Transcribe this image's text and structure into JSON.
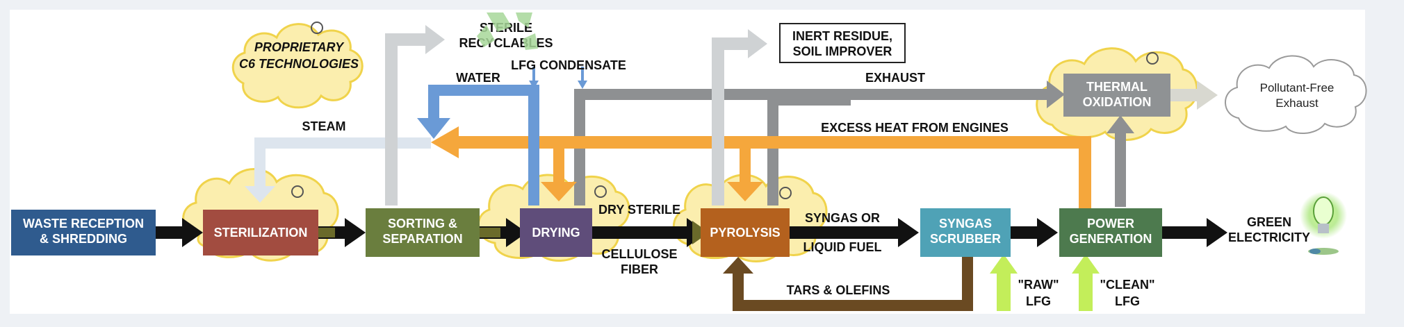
{
  "processes": {
    "waste_reception": [
      "WASTE RECEPTION",
      "& SHREDDING"
    ],
    "sterilization": "STERILIZATION",
    "sorting": [
      "SORTING &",
      "SEPARATION"
    ],
    "drying": "DRYING",
    "pyrolysis": "PYROLYSIS",
    "syngas_scrubber": [
      "SYNGAS",
      "SCRUBBER"
    ],
    "power_generation": [
      "POWER",
      "GENERATION"
    ],
    "thermal_oxidation": [
      "THERMAL",
      "OXIDATION"
    ]
  },
  "outputs": {
    "inert_residue": [
      "INERT RESIDUE,",
      "SOIL IMPROVER"
    ],
    "pollutant_free": [
      "Pollutant-Free",
      "Exhaust"
    ],
    "proprietary": [
      "PROPRIETARY",
      "C6 TECHNOLOGIES"
    ]
  },
  "flows": {
    "sterile_recyclables": [
      "STERILE",
      "RECYCLABLES"
    ],
    "lfg_condensate": "LFG CONDENSATE",
    "water": "WATER",
    "steam": "STEAM",
    "exhaust": "EXHAUST",
    "excess_heat": "EXCESS HEAT FROM ENGINES",
    "dry_sterile": [
      "DRY STERILE",
      "CELLULOSE",
      "FIBER"
    ],
    "syngas": [
      "SYNGAS OR",
      "LIQUID FUEL"
    ],
    "tars": "TARS & OLEFINS",
    "green_electricity": [
      "GREEN",
      "ELECTRICITY"
    ],
    "raw_lfg": [
      "\"RAW\"",
      "LFG"
    ],
    "clean_lfg": [
      "\"CLEAN\"",
      "LFG"
    ]
  },
  "colors": {
    "waste": "#2f5b8e",
    "sterilization": "#a24c40",
    "sorting": "#6a7e3e",
    "drying": "#5f4d7a",
    "pyrolysis": "#b4611e",
    "scrubber": "#4fa2b6",
    "power": "#4d7a4e",
    "thermal": "#8f9294",
    "cloud": "#fbeeae",
    "heat": "#f5a73c",
    "exhaust": "#8e9092",
    "water": "#6a9ad6",
    "steam": "#dde5ee",
    "tars": "#6a4a22",
    "lfg": "#c3ee5a"
  },
  "icons": [
    "recycle-icon",
    "c6-logo-icon",
    "light-bulb-icon"
  ]
}
